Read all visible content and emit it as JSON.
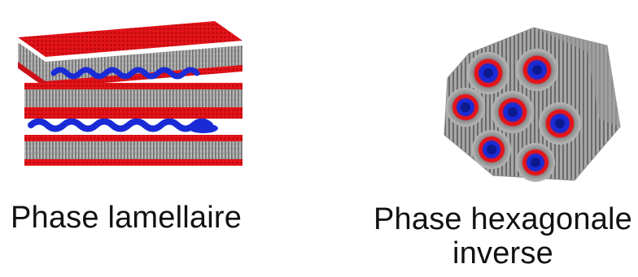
{
  "colors": {
    "headgroup": "#e4141a",
    "tail": "#8a8a8a",
    "water_channel": "#1a2bd6"
  },
  "panels": [
    {
      "name": "lamellar-phase",
      "caption_lines": [
        "Phase lamellaire"
      ]
    },
    {
      "name": "inverse-hexagonal-phase",
      "caption_lines": [
        "Phase hexagonale",
        "inverse"
      ]
    }
  ]
}
